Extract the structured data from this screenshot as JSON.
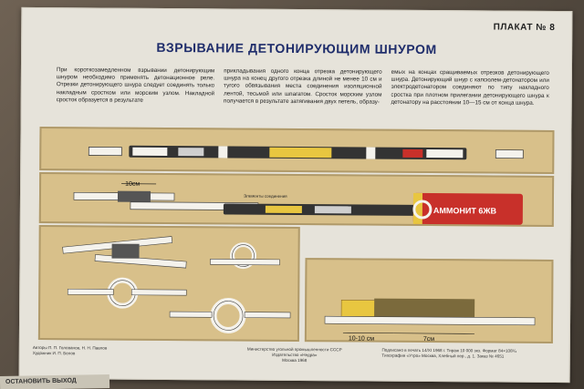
{
  "poster": {
    "label": "ПЛАКАТ № 8",
    "title": "ВЗРЫВАНИЕ ДЕТОНИРУЮЩИМ ШНУРОМ",
    "columns": [
      "При короткозамедленном взрывании детонирующим шнуром необходимо применять детонационное реле. Отрезки детонирующего шнура следует соединять только накладным сростком или морским узлом. Накладной сросток образуется в результате",
      "прикладывания одного конца отрезка детонирующего шнура на конец другого отрезка длиной не менее 10 см и тугого обвязывания места соединения изоляционной лентой, тесьмой или шпагатом. Сросток морским узлом получается в результате затягивания двух петель, образу-",
      "емых на концах сращиваемых отрезков детонирующего шнура. Детонирующий шнур с капсюлем-детонатором или электродетонатором соединяют по типу накладного сростка при плотном прилегании детонирующего шнура к детонатору на расстоянии 10—15 см от конца шнура."
    ],
    "diagram": {
      "dim_top": "10см",
      "dim_left": "10-10 см",
      "dim_right": "7см",
      "small_caption": "Элементы соединения",
      "can_label": "АММОНИТ 6ЖВ"
    },
    "footer": {
      "left_lines": [
        "Авторы П. П. Голованов, Н. Н. Павлов",
        "Художник И. П. Белов"
      ],
      "center_lines": [
        "Министерство угольной промышленности СССР",
        "Издательство «Недра»",
        "Москва 1968"
      ],
      "right_lines": [
        "Подписано в печать 14/XI 1968 г. Тираж 10 000 экз. Формат 84×108¹/₈",
        "Типография «Утро» Москва, Хлебный пер., д. 1. Заказ № 4651"
      ]
    },
    "under_strip": "ОСТАНОВИТЬ ВЫХОД"
  },
  "colors": {
    "poster_bg": "#e6e3da",
    "panel_bg": "#d8c08a",
    "title_blue": "#1f2d6b",
    "charge_yellow": "#e8c640",
    "charge_red": "#c8302a"
  }
}
